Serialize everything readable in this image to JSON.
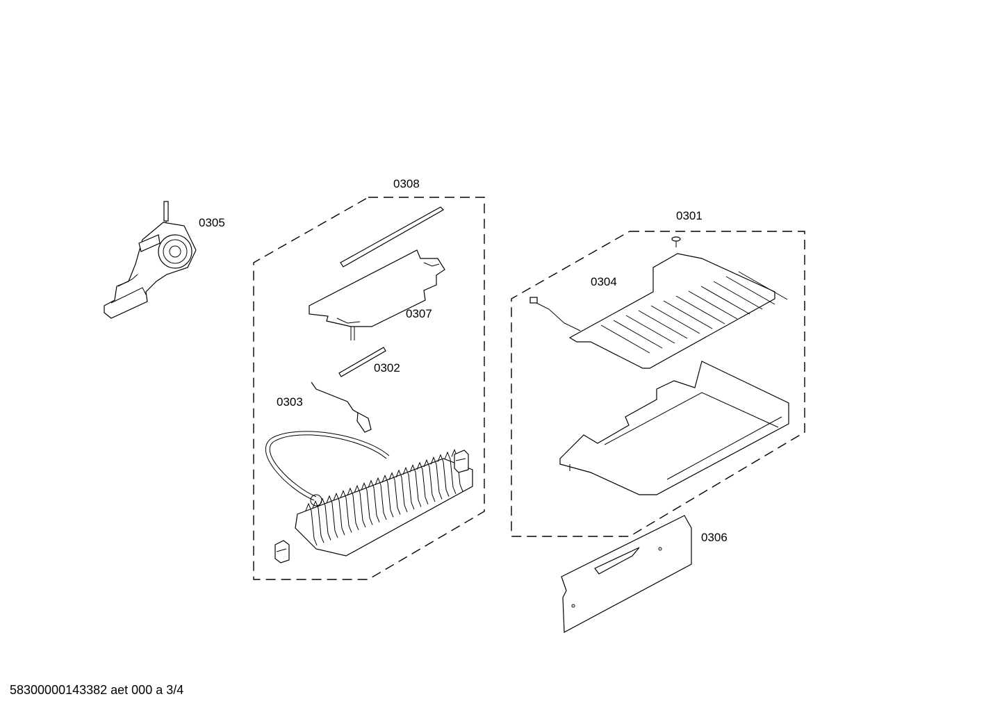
{
  "labels": {
    "part_0305": "0305",
    "part_0308": "0308",
    "part_0307": "0307",
    "part_0302": "0302",
    "part_0303": "0303",
    "part_0301": "0301",
    "part_0304": "0304",
    "part_0306": "0306"
  },
  "footer": "58300000143382 aet 000 a 3/4",
  "colors": {
    "line": "#000000",
    "background": "#ffffff"
  }
}
